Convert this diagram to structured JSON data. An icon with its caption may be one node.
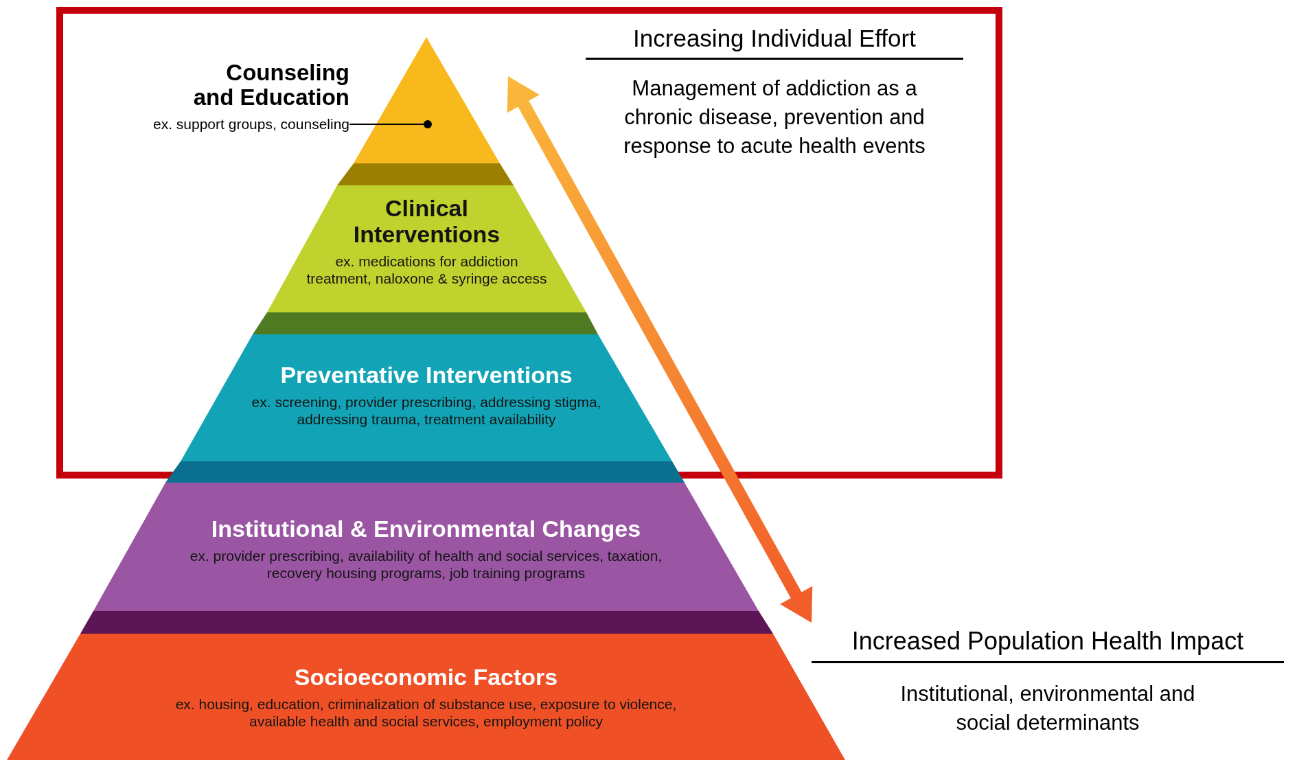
{
  "diagram": {
    "nodes": [
      {
        "text": [],
        "shape": "box"
      },
      {
        "text": [
          "Counseling and Education",
          "ex. support groups, counseling"
        ],
        "in": 0
      },
      {
        "text": [],
        "shape": "triangle",
        "in": 0
      },
      {
        "text": [
          "Clinical Interventions",
          "ex. medications for addiction treatment, naloxone & syringe access"
        ],
        "in": 0
      },
      {
        "text": [
          "Preventative Interventions",
          "ex. screening, provider prescribing, addressing stigma, addressing trauma, treatment availability"
        ],
        "in": 0
      },
      {
        "text": [
          "Institutional & Environmental Changes",
          "ex. provider prescribing, availability of health and social services, taxation, recovery housing programs, job training programs"
        ]
      },
      {
        "text": [
          "Socioeconomic Factors",
          "ex. housing, education, criminalization of substance use, exposure to violence, available health and social services, employment policy"
        ]
      }
    ],
    "edges": [
      {
        "from": 1,
        "to": 2,
        "arrow": "other"
      }
    ],
    "labels": [
      "Increasing Individual Effort",
      "Management of addiction as a chronic disease, prevention and response to acute health events",
      "Increased Population Health Impact",
      "Institutional, environmental and social determinants"
    ]
  }
}
